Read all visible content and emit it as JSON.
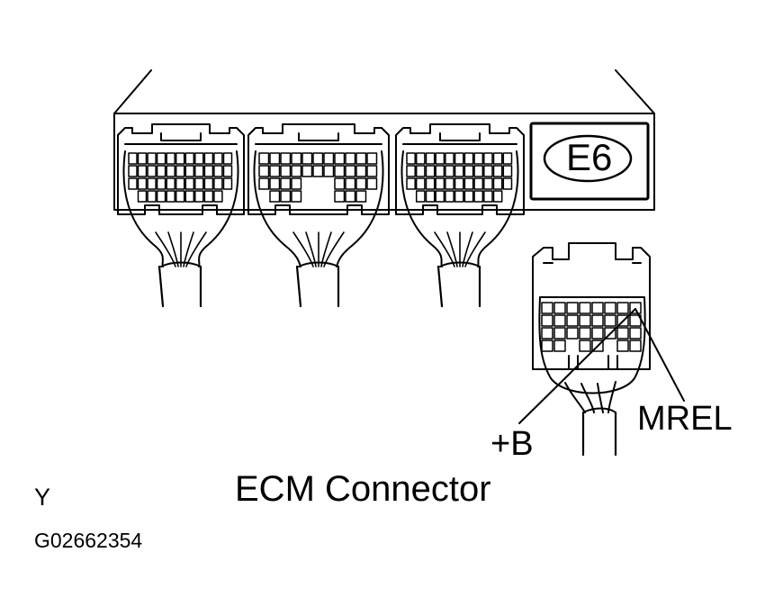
{
  "labels": {
    "connector_id": "E6",
    "mrel": "MREL",
    "plus_b": "+B",
    "title": "ECM Connector",
    "corner_letter": "Y",
    "figure_code": "G02662354"
  },
  "colors": {
    "line": "#000000",
    "background": "#ffffff"
  }
}
